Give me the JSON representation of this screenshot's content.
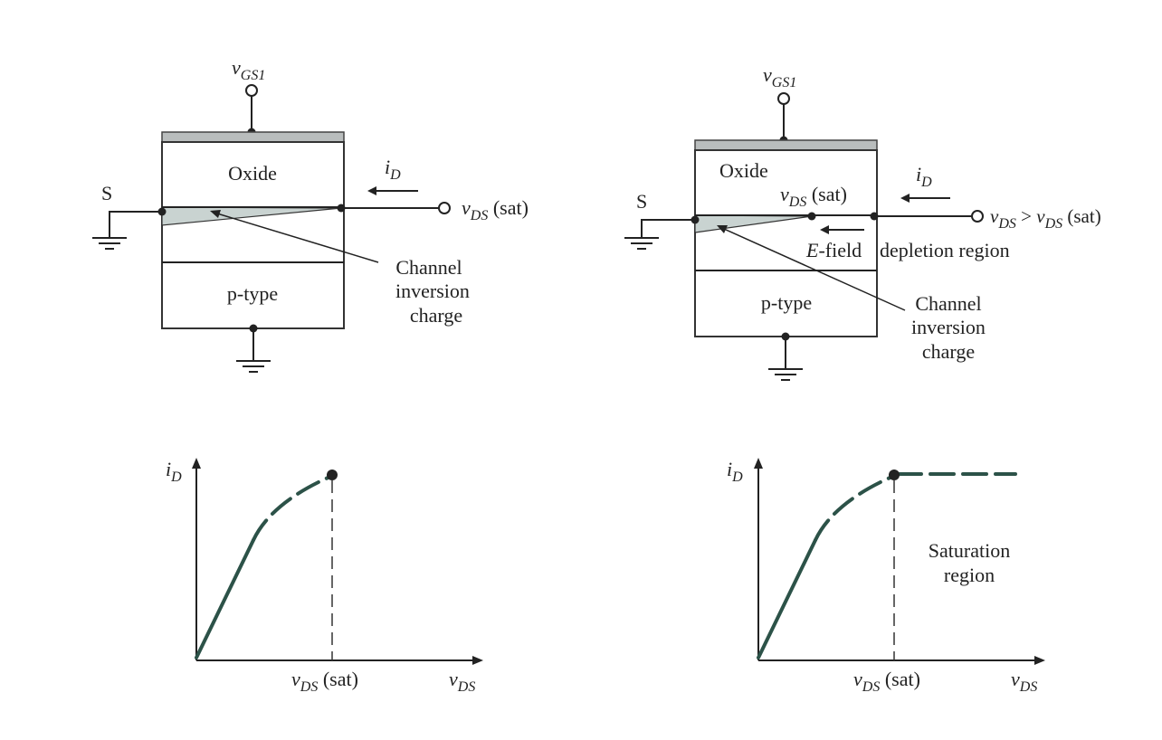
{
  "left_device": {
    "gate_label": "v",
    "gate_label_sub": "GS1",
    "source_label": "S",
    "oxide_label": "Oxide",
    "substrate_label": "p-type",
    "current_label": "i",
    "current_label_sub": "D",
    "drain_label_v": "v",
    "drain_label_sub": "DS",
    "drain_label_rest": " (sat)",
    "channel_label_1": "Channel",
    "channel_label_2": "inversion",
    "channel_label_3": "charge"
  },
  "right_device": {
    "gate_label": "v",
    "gate_label_sub": "GS1",
    "source_label": "S",
    "oxide_label": "Oxide",
    "substrate_label": "p-type",
    "current_label": "i",
    "current_label_sub": "D",
    "pinch_label_v": "v",
    "pinch_label_sub": "DS",
    "pinch_label_rest": " (sat)",
    "drain_label_v": "v",
    "drain_label_sub": "DS",
    "drain_label_mid": " > ",
    "drain_label_v2": "v",
    "drain_label_sub2": "DS",
    "drain_label_rest": " (sat)",
    "efield_label_e": "E",
    "efield_label_rest": "-field",
    "depletion_label": "depletion region",
    "channel_label_1": "Channel",
    "channel_label_2": "inversion",
    "channel_label_3": "charge"
  },
  "left_graph": {
    "y_axis_v": "i",
    "y_axis_sub": "D",
    "x_axis_v": "v",
    "x_axis_sub": "DS",
    "x_tick_v": "v",
    "x_tick_sub": "DS",
    "x_tick_rest": " (sat)"
  },
  "right_graph": {
    "y_axis_v": "i",
    "y_axis_sub": "D",
    "x_axis_v": "v",
    "x_axis_sub": "DS",
    "x_tick_v": "v",
    "x_tick_sub": "DS",
    "x_tick_rest": " (sat)",
    "region_label_1": "Saturation",
    "region_label_2": "region"
  },
  "colors": {
    "curve": "#2c5248",
    "gate_metal": "#b9bdbd",
    "channel": "#c9d3d1"
  }
}
